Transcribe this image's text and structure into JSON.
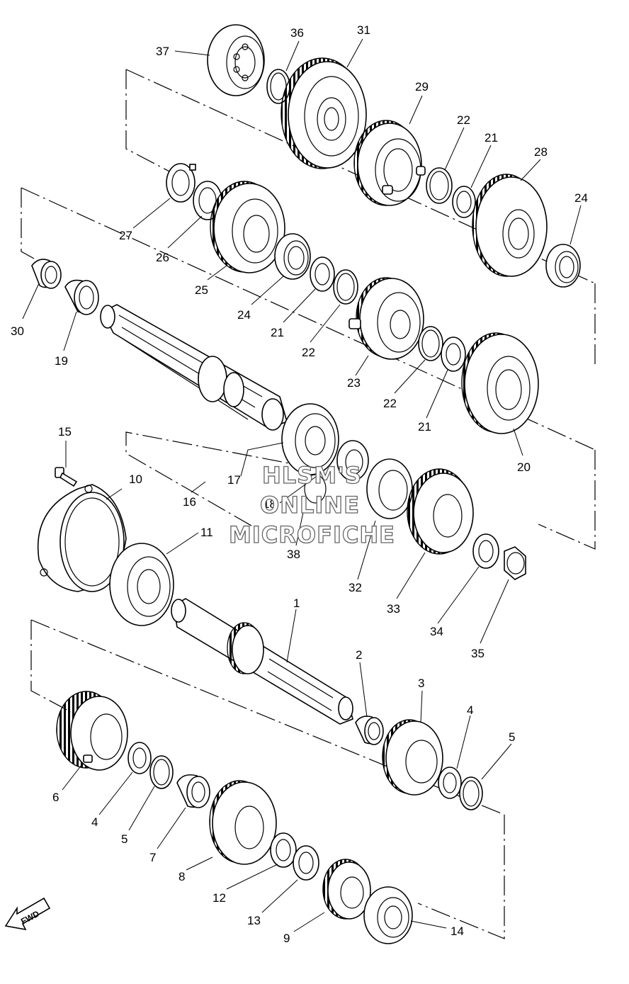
{
  "diagram": {
    "callouts": [
      {
        "id": "c1",
        "text": "1"
      },
      {
        "id": "c2",
        "text": "2"
      },
      {
        "id": "c3",
        "text": "3"
      },
      {
        "id": "c4a",
        "text": "4"
      },
      {
        "id": "c4b",
        "text": "4"
      },
      {
        "id": "c5a",
        "text": "5"
      },
      {
        "id": "c5b",
        "text": "5"
      },
      {
        "id": "c6",
        "text": "6"
      },
      {
        "id": "c7",
        "text": "7"
      },
      {
        "id": "c8",
        "text": "8"
      },
      {
        "id": "c9",
        "text": "9"
      },
      {
        "id": "c10",
        "text": "10"
      },
      {
        "id": "c11",
        "text": "11"
      },
      {
        "id": "c12",
        "text": "12"
      },
      {
        "id": "c13",
        "text": "13"
      },
      {
        "id": "c14",
        "text": "14"
      },
      {
        "id": "c15",
        "text": "15"
      },
      {
        "id": "c16",
        "text": "16"
      },
      {
        "id": "c17",
        "text": "17"
      },
      {
        "id": "c18",
        "text": "18"
      },
      {
        "id": "c19",
        "text": "19"
      },
      {
        "id": "c20",
        "text": "20"
      },
      {
        "id": "c21a",
        "text": "21"
      },
      {
        "id": "c21b",
        "text": "21"
      },
      {
        "id": "c21c",
        "text": "21"
      },
      {
        "id": "c22a",
        "text": "22"
      },
      {
        "id": "c22b",
        "text": "22"
      },
      {
        "id": "c22c",
        "text": "22"
      },
      {
        "id": "c23",
        "text": "23"
      },
      {
        "id": "c24a",
        "text": "24"
      },
      {
        "id": "c24b",
        "text": "24"
      },
      {
        "id": "c25",
        "text": "25"
      },
      {
        "id": "c26",
        "text": "26"
      },
      {
        "id": "c27",
        "text": "27"
      },
      {
        "id": "c28",
        "text": "28"
      },
      {
        "id": "c29",
        "text": "29"
      },
      {
        "id": "c30",
        "text": "30"
      },
      {
        "id": "c31",
        "text": "31"
      },
      {
        "id": "c32",
        "text": "32"
      },
      {
        "id": "c33",
        "text": "33"
      },
      {
        "id": "c34",
        "text": "34"
      },
      {
        "id": "c35",
        "text": "35"
      },
      {
        "id": "c36",
        "text": "36"
      },
      {
        "id": "c37",
        "text": "37"
      },
      {
        "id": "c38",
        "text": "38"
      }
    ],
    "watermark": {
      "line1": "HLSM'S",
      "line2": "ONLINE",
      "line3": "MICROFICHE"
    },
    "fwd_label": "FWD"
  }
}
